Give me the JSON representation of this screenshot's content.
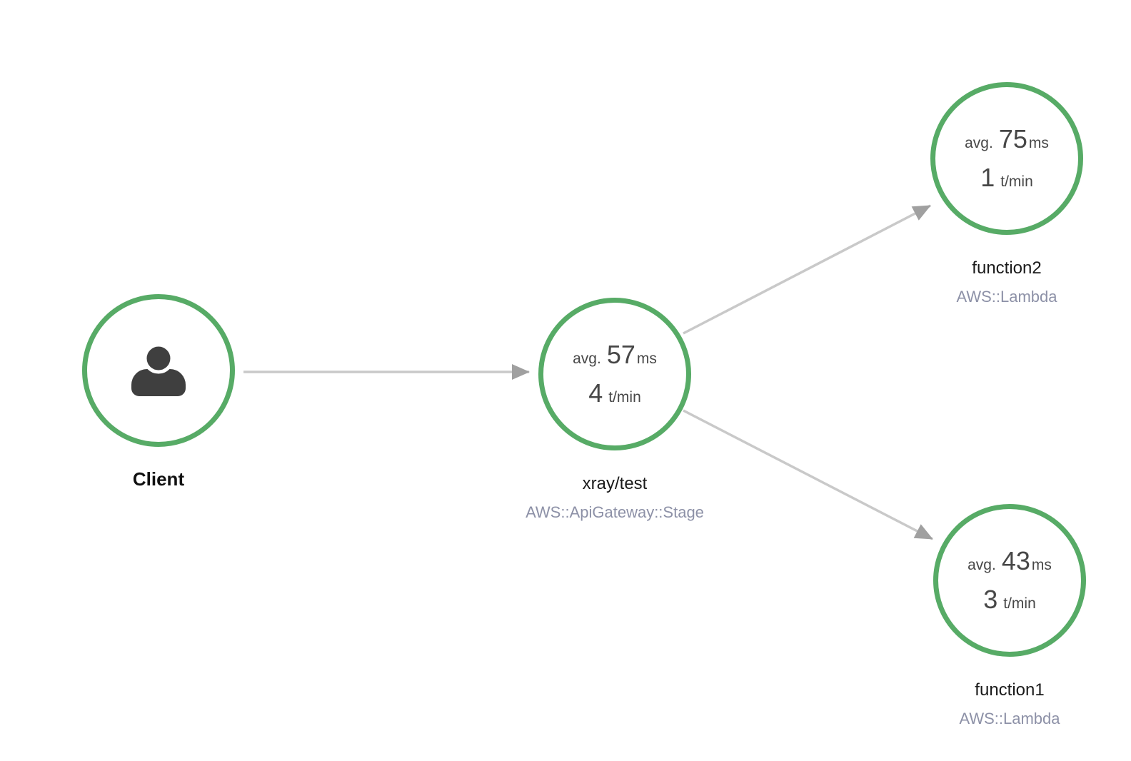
{
  "nodes": {
    "client": {
      "label": "Client"
    },
    "gateway": {
      "label": "xray/test",
      "type": "AWS::ApiGateway::Stage",
      "stats": {
        "avg_label": "avg.",
        "avg_value": "57",
        "avg_unit": "ms",
        "rate_value": "4",
        "rate_unit": "t/min"
      }
    },
    "function2": {
      "label": "function2",
      "type": "AWS::Lambda",
      "stats": {
        "avg_label": "avg.",
        "avg_value": "75",
        "avg_unit": "ms",
        "rate_value": "1",
        "rate_unit": "t/min"
      }
    },
    "function1": {
      "label": "function1",
      "type": "AWS::Lambda",
      "stats": {
        "avg_label": "avg.",
        "avg_value": "43",
        "avg_unit": "ms",
        "rate_value": "3",
        "rate_unit": "t/min"
      }
    }
  },
  "edges": [
    {
      "from": "Client",
      "to": "xray/test"
    },
    {
      "from": "xray/test",
      "to": "function2"
    },
    {
      "from": "xray/test",
      "to": "function1"
    }
  ],
  "icons": {
    "client": "person-icon"
  },
  "colors": {
    "node_ring": "#57ab66",
    "edge_line": "#c9c9c9",
    "edge_arrowhead": "#a0a0a0",
    "node_label": "#1a1a1a",
    "client_label": "#111111",
    "stat_text": "#474747",
    "type_text": "#8d91a7",
    "client_icon": "#3f3f3f",
    "background": "#ffffff"
  }
}
